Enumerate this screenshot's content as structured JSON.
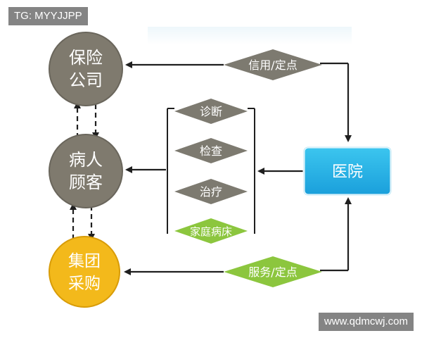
{
  "watermarks": {
    "top_left": "TG: MYYJJPP",
    "bottom_right": "www.qdmcwj.com"
  },
  "nodes": {
    "insurance": {
      "line1": "保险",
      "line2": "公司"
    },
    "patient": {
      "line1": "病人",
      "line2": "顾客"
    },
    "group_purchase": {
      "line1": "集团",
      "line2": "采购"
    },
    "hospital": {
      "label": "医院"
    }
  },
  "edges": {
    "credit": "信用/定点",
    "service": "服务/定点"
  },
  "services": [
    "诊断",
    "检查",
    "治疗",
    "家庭病床"
  ],
  "colors": {
    "gray_node": "#7f7a6e",
    "gray_node_edge": "#6a665c",
    "gold_node": "#f3b91b",
    "gold_node_edge": "#d89c08",
    "hospital_top": "#3cc6ef",
    "hospital_bottom": "#1a9fdb",
    "hospital_border": "#ffffff",
    "diamond_gray": "#7d7a70",
    "diamond_green": "#8cc63e",
    "line": "#1f1f1f",
    "node_text": "#ffffff"
  }
}
